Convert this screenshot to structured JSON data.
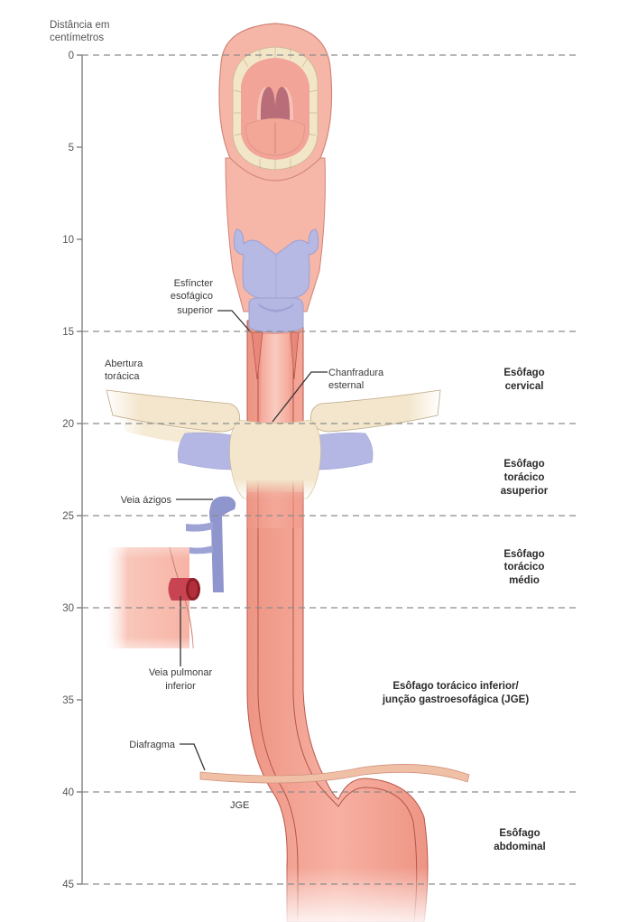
{
  "axis": {
    "title_line1": "Distância em",
    "title_line2": "centímetros",
    "unit": "cm",
    "ticks": [
      "0",
      "5",
      "10",
      "15",
      "20",
      "25",
      "30",
      "35",
      "40",
      "45"
    ],
    "range_cm": [
      0,
      45
    ],
    "dashed_levels_cm": [
      0,
      15,
      20,
      25,
      30,
      40,
      45
    ]
  },
  "anatomy_labels": {
    "sphincter": [
      "Esfíncter",
      "esofágico",
      "superior"
    ],
    "thoracic_opening": [
      "Abertura",
      "torácica"
    ],
    "sternal_notch": [
      "Chanfradura",
      "esternal"
    ],
    "azygos": "Veia ázigos",
    "pulmonary_vein": [
      "Veia pulmonar",
      "inferior"
    ],
    "diaphragm": "Diafragma",
    "gej": "JGE"
  },
  "segments": {
    "cervical": [
      "Esôfago",
      "cervical"
    ],
    "upper_thoracic": [
      "Esôfago",
      "torácico",
      "asuperior"
    ],
    "mid_thoracic": [
      "Esôfago",
      "torácico",
      "médio"
    ],
    "lower_thoracic": [
      "Esôfago torácico inferior/",
      "junção gastroesofágica (JGE)"
    ],
    "abdominal": [
      "Esôfago",
      "abdominal"
    ]
  },
  "colors": {
    "tissue_pink": "#f4a394",
    "lip_pink": "#f6b8aa",
    "cartilage_blue": "#b3b6e2",
    "bone_beige": "#f3e6cc",
    "vein_blue": "#8e94cc",
    "pulmonary_red": "#c9404a",
    "stomach": "#f08d7e"
  }
}
